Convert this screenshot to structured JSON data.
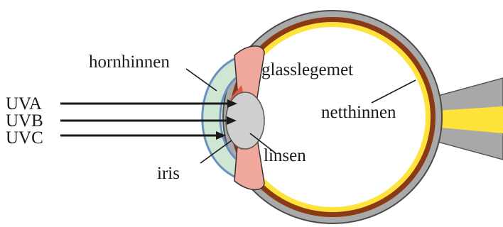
{
  "labels": {
    "cornea": "hornhinnen",
    "vitreous": "glasslegemet",
    "retina": "netthinnen",
    "lens": "linsen",
    "iris": "iris"
  },
  "rays": [
    {
      "label": "UVA"
    },
    {
      "label": "UVB"
    },
    {
      "label": "UVC"
    }
  ],
  "colors": {
    "sclera": "#8a3a14",
    "choroid": "#ffe23a",
    "vitreous": "#ffffff",
    "cornea_fill": "#cfe6d2",
    "cornea_edge": "#8aa9cf",
    "iris": "#e97a6a",
    "lens": "#cfcfcf",
    "optic_nerve": "#a8a8a8",
    "nerve_core": "#ffe23a",
    "ink": "#1a1a1a"
  }
}
